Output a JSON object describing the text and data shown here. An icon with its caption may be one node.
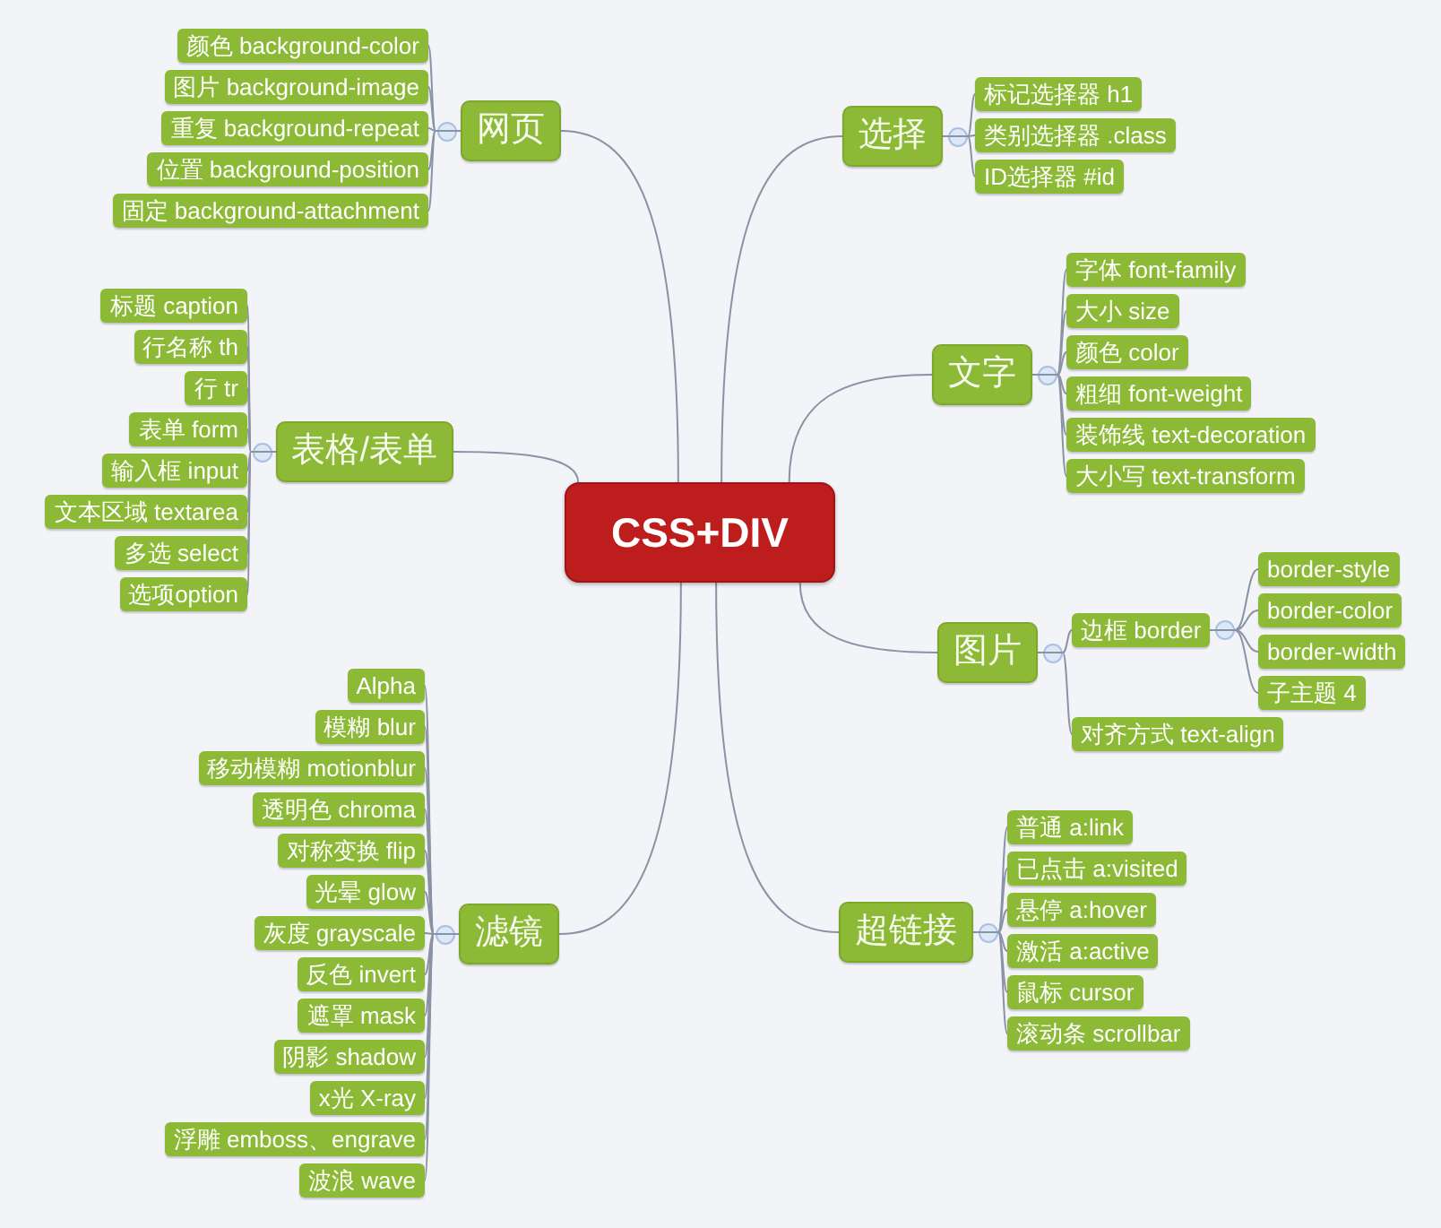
{
  "diagram": {
    "nodes": [
      {
        "text": [
          "CSS+DIV"
        ]
      },
      {
        "text": [
          "网页"
        ]
      },
      {
        "text": [
          "颜色 background-color"
        ]
      },
      {
        "text": [
          "图片 background-image"
        ]
      },
      {
        "text": [
          "重复 background-repeat"
        ]
      },
      {
        "text": [
          "位置 background-position"
        ]
      },
      {
        "text": [
          "固定 background-attachment"
        ]
      },
      {
        "text": [
          "选择"
        ]
      },
      {
        "text": [
          "标记选择器 h1"
        ]
      },
      {
        "text": [
          "类别选择器 .class"
        ]
      },
      {
        "text": [
          "ID选择器 #id"
        ]
      },
      {
        "text": [
          "文字"
        ]
      },
      {
        "text": [
          "字体 font-family"
        ]
      },
      {
        "text": [
          "大小 size"
        ]
      },
      {
        "text": [
          "颜色 color"
        ]
      },
      {
        "text": [
          "粗细 font-weight"
        ]
      },
      {
        "text": [
          "装饰线 text-decoration"
        ]
      },
      {
        "text": [
          "大小写 text-transform"
        ]
      },
      {
        "text": [
          "表格/表单"
        ]
      },
      {
        "text": [
          "标题 caption"
        ]
      },
      {
        "text": [
          "行名称 th"
        ]
      },
      {
        "text": [
          "行 tr"
        ]
      },
      {
        "text": [
          "表单 form"
        ]
      },
      {
        "text": [
          "输入框 input"
        ]
      },
      {
        "text": [
          "文本区域 textarea"
        ]
      },
      {
        "text": [
          "多选 select"
        ]
      },
      {
        "text": [
          "选项option"
        ]
      },
      {
        "text": [
          "图片"
        ]
      },
      {
        "text": [
          "边框 border"
        ]
      },
      {
        "text": [
          "border-style"
        ]
      },
      {
        "text": [
          "border-color"
        ]
      },
      {
        "text": [
          "border-width"
        ]
      },
      {
        "text": [
          "子主题 4"
        ]
      },
      {
        "text": [
          "对齐方式 text-align"
        ]
      },
      {
        "text": [
          "滤镜"
        ]
      },
      {
        "text": [
          "Alpha"
        ]
      },
      {
        "text": [
          "模糊 blur"
        ]
      },
      {
        "text": [
          "移动模糊 motionblur"
        ]
      },
      {
        "text": [
          "透明色 chroma"
        ]
      },
      {
        "text": [
          "对称变换 flip"
        ]
      },
      {
        "text": [
          "光晕 glow"
        ]
      },
      {
        "text": [
          "灰度 grayscale"
        ]
      },
      {
        "text": [
          "反色 invert"
        ]
      },
      {
        "text": [
          "遮罩 mask"
        ]
      },
      {
        "text": [
          "阴影 shadow"
        ]
      },
      {
        "text": [
          "x光 X-ray"
        ]
      },
      {
        "text": [
          "浮雕 emboss、engrave"
        ]
      },
      {
        "text": [
          "波浪 wave"
        ]
      },
      {
        "text": [
          "超链接"
        ]
      },
      {
        "text": [
          "普通 a:link"
        ]
      },
      {
        "text": [
          "已点击 a:visited"
        ]
      },
      {
        "text": [
          "悬停 a:hover"
        ]
      },
      {
        "text": [
          "激活 a:active"
        ]
      },
      {
        "text": [
          "鼠标 cursor"
        ]
      },
      {
        "text": [
          "滚动条 scrollbar"
        ]
      }
    ],
    "edges": [
      {
        "from": 0,
        "to": 1,
        "arrow": "none"
      },
      {
        "from": 1,
        "to": 2,
        "arrow": "none"
      },
      {
        "from": 1,
        "to": 3,
        "arrow": "none"
      },
      {
        "from": 1,
        "to": 4,
        "arrow": "none"
      },
      {
        "from": 1,
        "to": 5,
        "arrow": "none"
      },
      {
        "from": 1,
        "to": 6,
        "arrow": "none"
      },
      {
        "from": 0,
        "to": 7,
        "arrow": "none"
      },
      {
        "from": 7,
        "to": 8,
        "arrow": "none"
      },
      {
        "from": 7,
        "to": 9,
        "arrow": "none"
      },
      {
        "from": 7,
        "to": 10,
        "arrow": "none"
      },
      {
        "from": 0,
        "to": 11,
        "arrow": "none"
      },
      {
        "from": 11,
        "to": 12,
        "arrow": "none"
      },
      {
        "from": 11,
        "to": 13,
        "arrow": "none"
      },
      {
        "from": 11,
        "to": 14,
        "arrow": "none"
      },
      {
        "from": 11,
        "to": 15,
        "arrow": "none"
      },
      {
        "from": 11,
        "to": 16,
        "arrow": "none"
      },
      {
        "from": 11,
        "to": 17,
        "arrow": "none"
      },
      {
        "from": 0,
        "to": 18,
        "arrow": "none"
      },
      {
        "from": 18,
        "to": 19,
        "arrow": "none"
      },
      {
        "from": 18,
        "to": 20,
        "arrow": "none"
      },
      {
        "from": 18,
        "to": 21,
        "arrow": "none"
      },
      {
        "from": 18,
        "to": 22,
        "arrow": "none"
      },
      {
        "from": 18,
        "to": 23,
        "arrow": "none"
      },
      {
        "from": 18,
        "to": 24,
        "arrow": "none"
      },
      {
        "from": 18,
        "to": 25,
        "arrow": "none"
      },
      {
        "from": 18,
        "to": 26,
        "arrow": "none"
      },
      {
        "from": 0,
        "to": 27,
        "arrow": "none"
      },
      {
        "from": 27,
        "to": 28,
        "arrow": "none"
      },
      {
        "from": 28,
        "to": 29,
        "arrow": "none"
      },
      {
        "from": 28,
        "to": 30,
        "arrow": "none"
      },
      {
        "from": 28,
        "to": 31,
        "arrow": "none"
      },
      {
        "from": 28,
        "to": 32,
        "arrow": "none"
      },
      {
        "from": 27,
        "to": 33,
        "arrow": "none"
      },
      {
        "from": 0,
        "to": 34,
        "arrow": "none"
      },
      {
        "from": 34,
        "to": 35,
        "arrow": "none"
      },
      {
        "from": 34,
        "to": 36,
        "arrow": "none"
      },
      {
        "from": 34,
        "to": 37,
        "arrow": "none"
      },
      {
        "from": 34,
        "to": 38,
        "arrow": "none"
      },
      {
        "from": 34,
        "to": 39,
        "arrow": "none"
      },
      {
        "from": 34,
        "to": 40,
        "arrow": "none"
      },
      {
        "from": 34,
        "to": 41,
        "arrow": "none"
      },
      {
        "from": 34,
        "to": 42,
        "arrow": "none"
      },
      {
        "from": 34,
        "to": 43,
        "arrow": "none"
      },
      {
        "from": 34,
        "to": 44,
        "arrow": "none"
      },
      {
        "from": 34,
        "to": 45,
        "arrow": "none"
      },
      {
        "from": 34,
        "to": 46,
        "arrow": "none"
      },
      {
        "from": 34,
        "to": 47,
        "arrow": "none"
      },
      {
        "from": 0,
        "to": 48,
        "arrow": "none"
      },
      {
        "from": 48,
        "to": 49,
        "arrow": "none"
      },
      {
        "from": 48,
        "to": 50,
        "arrow": "none"
      },
      {
        "from": 48,
        "to": 51,
        "arrow": "none"
      },
      {
        "from": 48,
        "to": 52,
        "arrow": "none"
      },
      {
        "from": 48,
        "to": 53,
        "arrow": "none"
      },
      {
        "from": 48,
        "to": 54,
        "arrow": "none"
      }
    ]
  }
}
